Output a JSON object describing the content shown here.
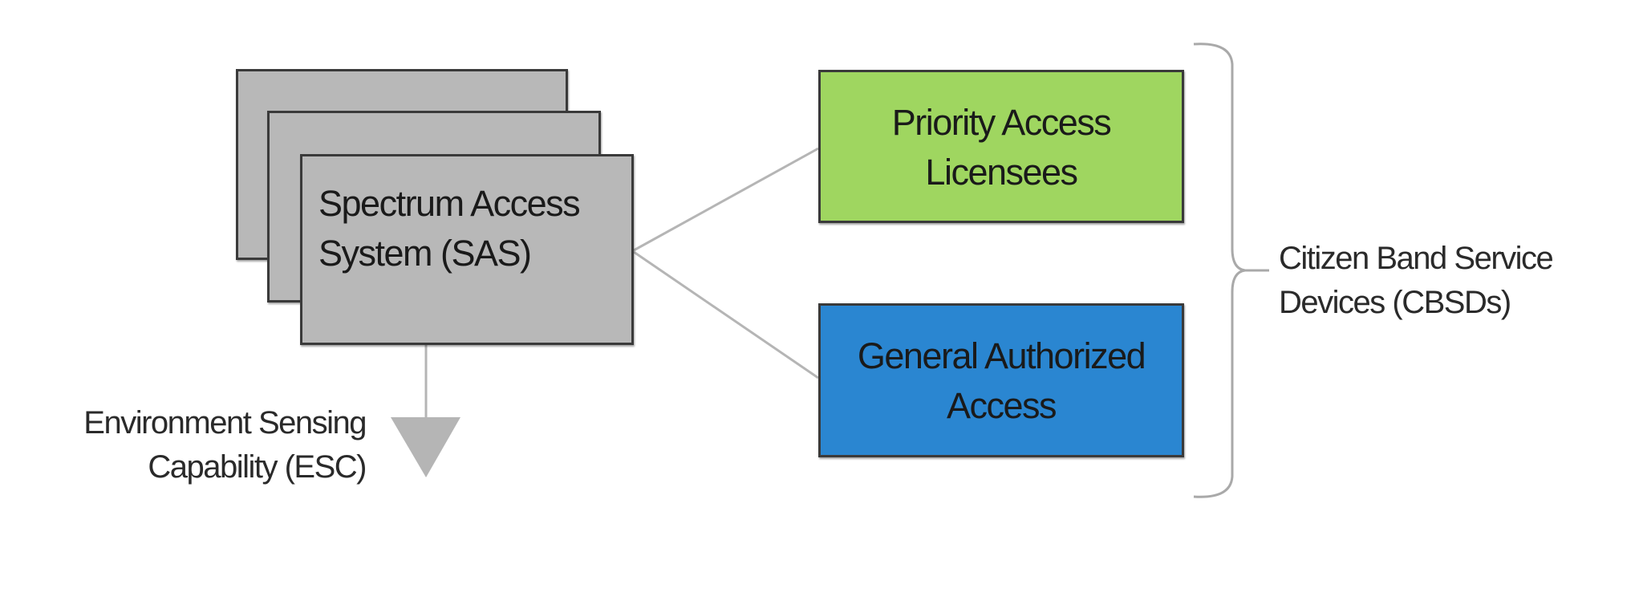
{
  "diagram": {
    "sas": {
      "label_line1": "Spectrum Access",
      "label_line2": "System (SAS)",
      "stack_count": 3,
      "fill": "#b8b8b8"
    },
    "pal": {
      "label_line1": "Priority Access",
      "label_line2": "Licensees",
      "fill": "#9fd660"
    },
    "gaa": {
      "label_line1": "General Authorized",
      "label_line2": "Access",
      "fill": "#2a86d1"
    },
    "esc": {
      "label_line1": "Environment Sensing",
      "label_line2": "Capability (ESC)"
    },
    "cbsd": {
      "label_line1": "Citizen Band Service",
      "label_line2": "Devices (CBSDs)"
    },
    "connections": [
      {
        "from": "sas",
        "to": "pal"
      },
      {
        "from": "sas",
        "to": "gaa"
      },
      {
        "from": "sas",
        "to": "esc"
      }
    ]
  }
}
